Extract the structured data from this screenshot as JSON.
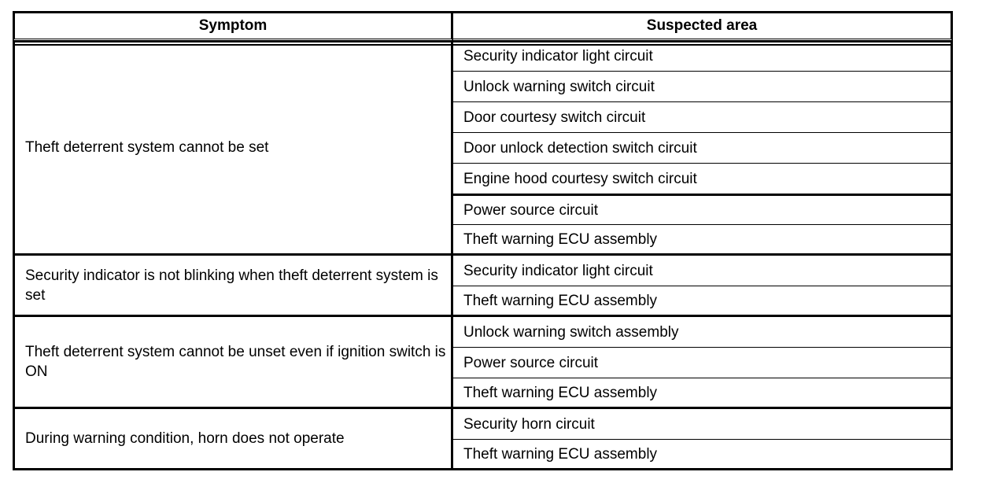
{
  "table": {
    "headers": {
      "symptom": "Symptom",
      "suspected_area": "Suspected area"
    },
    "groups": [
      {
        "symptom": "Theft deterrent system cannot be set",
        "suspected_areas": [
          "Security indicator light circuit",
          "Unlock warning switch circuit",
          "Door courtesy switch circuit",
          "Door unlock detection switch circuit",
          "Engine hood courtesy switch circuit",
          "Power source circuit",
          "Theft warning ECU assembly"
        ]
      },
      {
        "symptom": "Security indicator is not blinking when theft deterrent system is set",
        "suspected_areas": [
          "Security indicator light circuit",
          "Theft warning ECU assembly"
        ]
      },
      {
        "symptom": "Theft deterrent system cannot be unset even if ignition switch is ON",
        "suspected_areas": [
          "Unlock warning switch assembly",
          "Power source circuit",
          "Theft warning ECU assembly"
        ]
      },
      {
        "symptom": "During warning condition, horn does not operate",
        "suspected_areas": [
          "Security horn circuit",
          "Theft warning ECU assembly"
        ]
      }
    ]
  },
  "colors": {
    "border": "#000000",
    "background": "#ffffff",
    "text": "#000000"
  }
}
